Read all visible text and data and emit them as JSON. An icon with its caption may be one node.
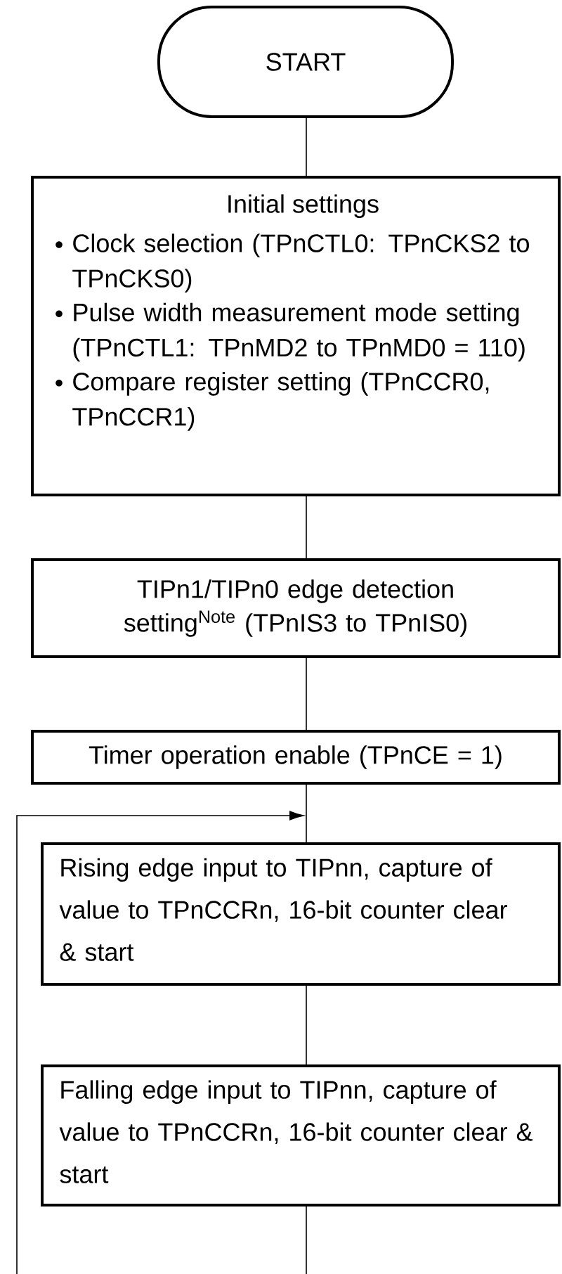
{
  "diagram": {
    "nodes": [
      {
        "text": [
          "START"
        ]
      },
      {
        "text": [
          "Initial settings",
          "Clock selection (TPnCTL0: TPnCKS2 to TPnCKS0)",
          "Pulse width measurement mode setting (TPnCTL1: TPnMD2 to TPnMD0 = 110)",
          "Compare register setting (TPnCCR0, TPnCCR1)"
        ]
      },
      {
        "text": [
          "TIPn1/TIPn0 edge detection setting$^{Note}$ (TPnIS3 to TPnIS0)"
        ]
      },
      {
        "text": [
          "Timer operation enable (TPnCE = 1)"
        ]
      },
      {
        "text": [
          "Rising edge input to TIPnn, capture of value to TPnCCRn, 16-bit counter clear & start"
        ]
      },
      {
        "text": [
          "Falling edge input to TIPnn, capture of value to TPnCCRn, 16-bit counter clear & start"
        ]
      }
    ],
    "edges": [
      {
        "from": 0,
        "to": 1,
        "arrow": "none"
      },
      {
        "from": 1,
        "to": 2,
        "arrow": "none"
      },
      {
        "from": 2,
        "to": 3,
        "arrow": "none"
      },
      {
        "from": 3,
        "to": 4,
        "arrow": "none"
      },
      {
        "from": 4,
        "to": 5,
        "arrow": "none"
      },
      {
        "from": 5,
        "to": null,
        "arrow": "none"
      },
      {
        "from": null,
        "to": 4,
        "arrow": "to"
      }
    ]
  }
}
